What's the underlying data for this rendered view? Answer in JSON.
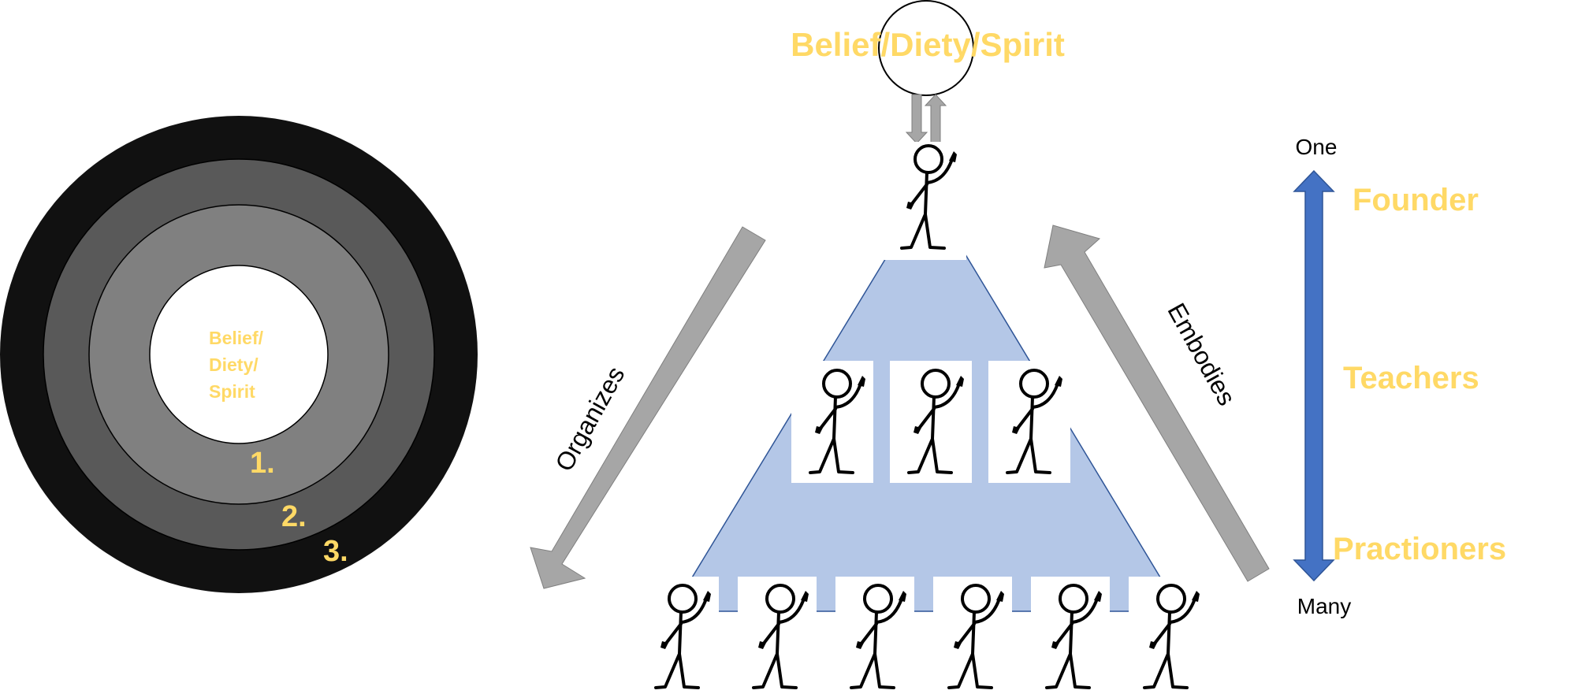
{
  "top_label": "Belief/Diety/Spirit",
  "circle_center_text": [
    "Belief/",
    "Diety/",
    "Spirit"
  ],
  "ring_numbers": [
    "1.",
    "2.",
    "3."
  ],
  "arrows": {
    "left": "Organizes",
    "right": "Embodies"
  },
  "scale": {
    "top": "One",
    "bottom": "Many",
    "levels": [
      "Founder",
      "Teachers",
      "Practioners"
    ]
  },
  "colors": {
    "label_yellow": "#ffd966",
    "pyramid_fill": "#b4c7e7",
    "pyramid_stroke": "#2f5597",
    "vertical_arrow": "#4472c4",
    "grey_arrow": "#a6a6a6",
    "ring_outer": "#111111",
    "ring_3": "#595959",
    "ring_2": "#808080",
    "ring_1": "#ffffff"
  }
}
